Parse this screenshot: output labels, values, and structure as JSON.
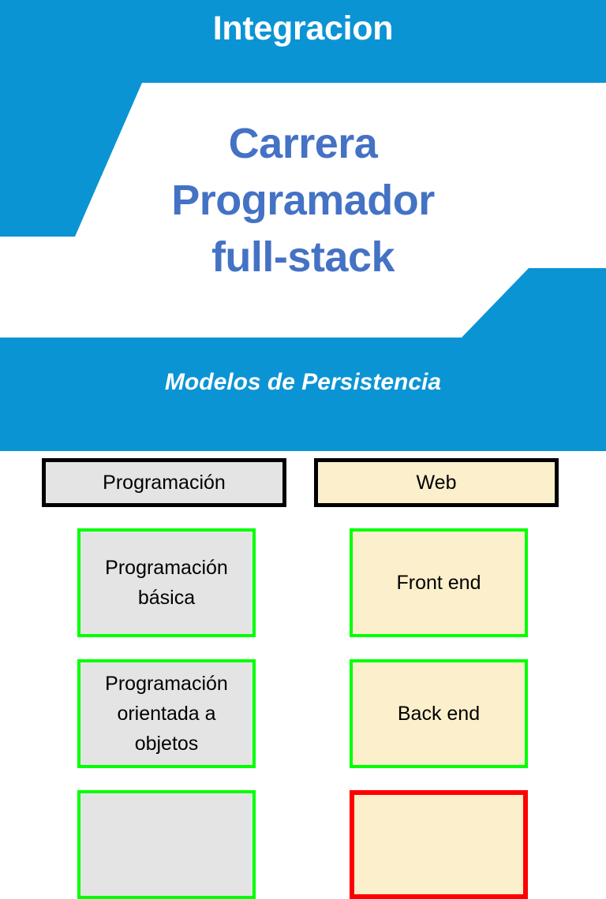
{
  "banner": {
    "top_title": "Integracion",
    "main_title_lines": [
      "Carrera",
      "Programador",
      "full-stack"
    ],
    "subtitle": "Modelos de Persistencia",
    "band_color": "#0b94d4",
    "slab_color": "#ffffff",
    "main_title_color": "#4472c4",
    "top_title_color": "#ffffff",
    "subtitle_color": "#ffffff"
  },
  "diagram": {
    "columns": [
      {
        "header": "Programación",
        "header_border_color": "#000000",
        "fill_color": "#e4e4e4",
        "items": [
          {
            "label": "Programación básica",
            "border_color": "#00ff00"
          },
          {
            "label": "Programación orientada a objetos",
            "border_color": "#00ff00"
          },
          {
            "label": "",
            "border_color": "#00ff00"
          }
        ]
      },
      {
        "header": "Web",
        "header_border_color": "#000000",
        "fill_color": "#fcefcb",
        "items": [
          {
            "label": "Front end",
            "border_color": "#00ff00"
          },
          {
            "label": "Back end",
            "border_color": "#00ff00"
          },
          {
            "label": "",
            "border_color": "#ff0000"
          }
        ]
      }
    ]
  }
}
